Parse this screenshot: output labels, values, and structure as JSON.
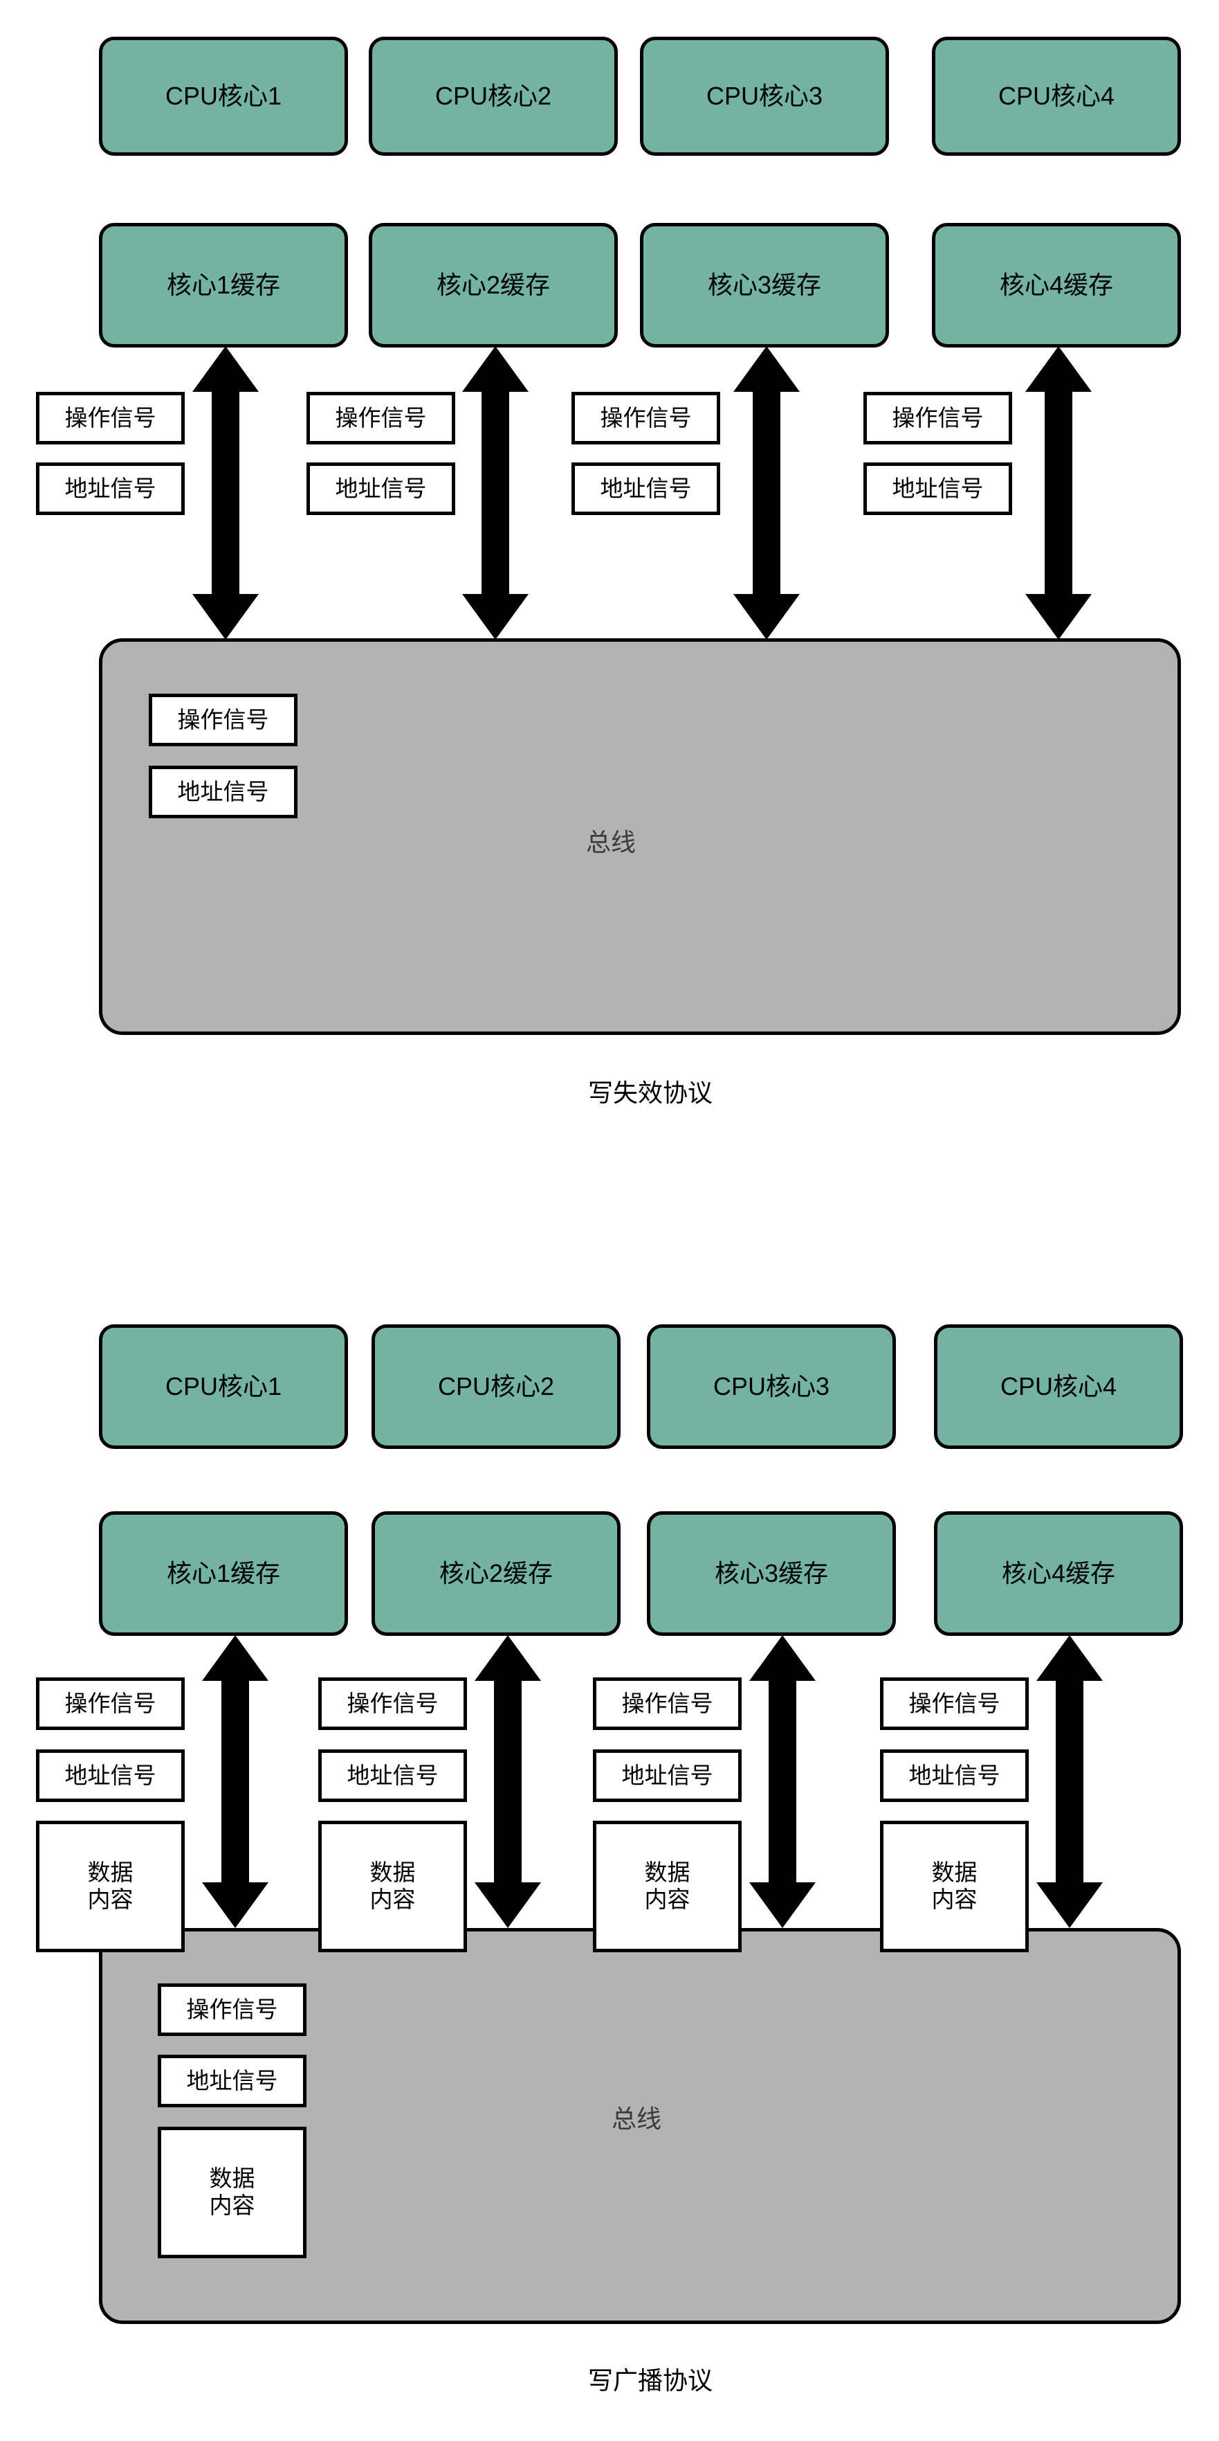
{
  "colors": {
    "core_fill": "#74b3a4",
    "bus_fill": "#b3b3b3",
    "stroke": "#000000",
    "signal_fill": "#ffffff",
    "bus_label_text": "#3a3a3a"
  },
  "diagrams": [
    {
      "id": "write-invalidate",
      "caption": "写失效协议",
      "bus_label": "总线",
      "cores": [
        {
          "core_label": "CPU核心1",
          "cache_label": "核心1缓存"
        },
        {
          "core_label": "CPU核心2",
          "cache_label": "核心2缓存"
        },
        {
          "core_label": "CPU核心3",
          "cache_label": "核心3缓存"
        },
        {
          "core_label": "CPU核心4",
          "cache_label": "核心4缓存"
        }
      ],
      "link_signals": [
        "操作信号",
        "地址信号"
      ],
      "bus_signals": [
        "操作信号",
        "地址信号"
      ]
    },
    {
      "id": "write-broadcast",
      "caption": "写广播协议",
      "bus_label": "总线",
      "cores": [
        {
          "core_label": "CPU核心1",
          "cache_label": "核心1缓存"
        },
        {
          "core_label": "CPU核心2",
          "cache_label": "核心2缓存"
        },
        {
          "core_label": "CPU核心3",
          "cache_label": "核心3缓存"
        },
        {
          "core_label": "CPU核心4",
          "cache_label": "核心4缓存"
        }
      ],
      "link_signals": [
        "操作信号",
        "地址信号",
        "数据\n内容"
      ],
      "bus_signals": [
        "操作信号",
        "地址信号",
        "数据\n内容"
      ]
    }
  ]
}
